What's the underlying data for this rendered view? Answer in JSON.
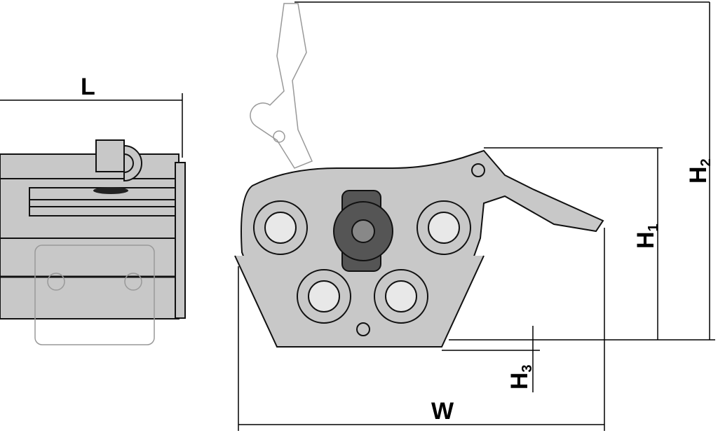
{
  "dimensions": {
    "length": "L",
    "width": "W",
    "height_1": {
      "letter": "H",
      "sub": "1"
    },
    "height_2": {
      "letter": "H",
      "sub": "2"
    },
    "height_3": {
      "letter": "H",
      "sub": "3"
    }
  }
}
